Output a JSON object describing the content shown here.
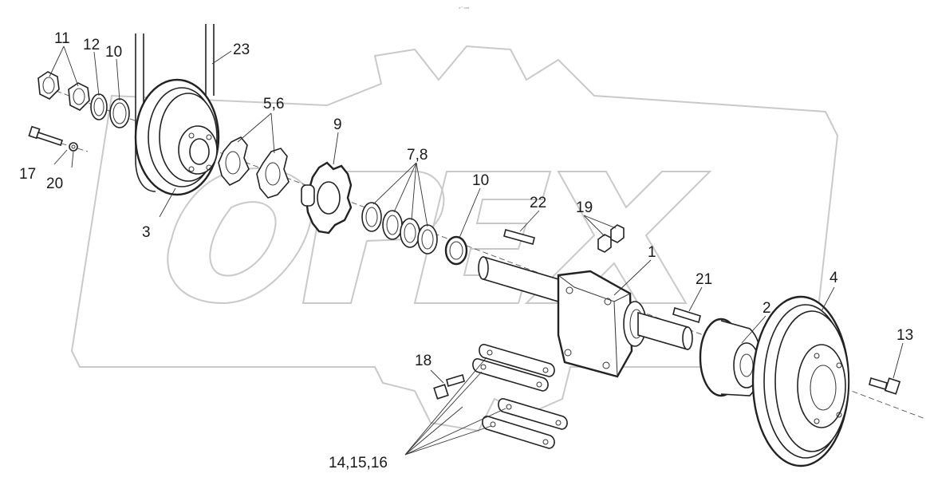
{
  "header": {
    "tiny_mark": "a°° aaa"
  },
  "watermark": {
    "text": "OPEX"
  },
  "callouts": {
    "p1": "1",
    "p2": "2",
    "p3": "3",
    "p4": "4",
    "p5_6": "5,6",
    "p7_8": "7,8",
    "p9": "9",
    "p10_left": "10",
    "p10_right": "10",
    "p11": "11",
    "p12": "12",
    "p13": "13",
    "p14_15_16": "14,15,16",
    "p17": "17",
    "p18": "18",
    "p19": "19",
    "p20": "20",
    "p21": "21",
    "p22": "22",
    "p23": "23"
  }
}
